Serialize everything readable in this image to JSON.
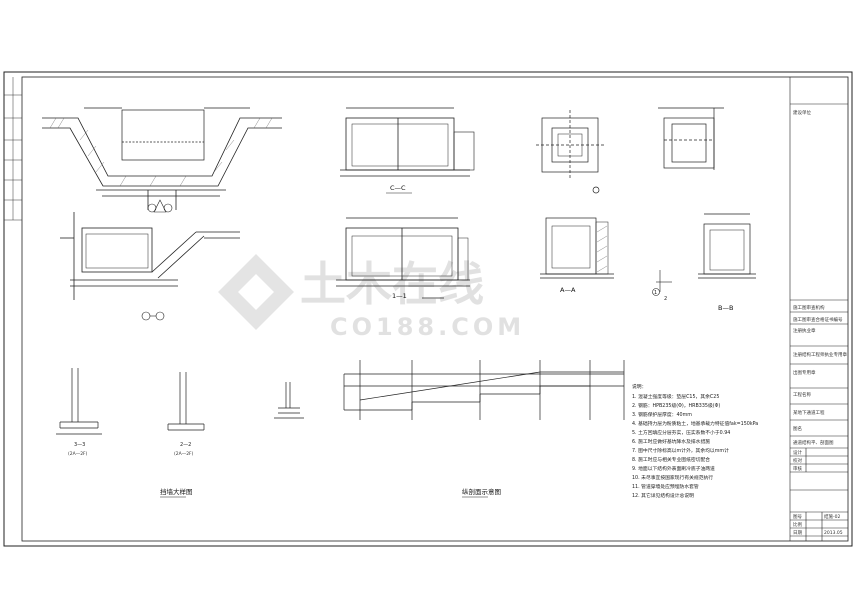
{
  "sections": {
    "c_c": "C—C",
    "one_one": "1—1",
    "a_a": "A—A",
    "b_b": "B—B",
    "three_three": "3—3",
    "two_two": "2—2",
    "one": "1",
    "two": "2"
  },
  "axis_marks": {
    "left": "(2A—2F)",
    "mid": "(2A—2F)"
  },
  "drawing_titles": {
    "retaining_wall": "挡墙大样图",
    "longitudinal": "纵剖面示意图"
  },
  "watermark": {
    "brand": "土木在线",
    "url": "CO188.COM"
  },
  "notes": {
    "heading": "说明：",
    "lines": [
      "1. 混凝土强度等级：垫层C15，其余C25",
      "2. 钢筋：HPB235级(Φ)，HRB335级(Φ)",
      "3. 钢筋保护层厚度：40mm",
      "4. 基础持力层为粉质粘土，地基承载力特征值fak=150kPa",
      "5. 土方回填应分层夯实，压实系数不小于0.94",
      "6. 施工时应做好基坑降水及排水措施",
      "7. 图中尺寸除标高以m计外，其余均以mm计",
      "8. 施工时应与相关专业图纸密切配合",
      "9. 地面以下结构外表面刷冷底子油两道",
      "10. 未尽事宜按国家现行有关规范执行",
      "11. 管道穿墙处应预埋防水套管",
      "12. 其它详见结构设计总说明"
    ]
  },
  "title_block": {
    "r1": "建设单位",
    "r2": "施工图审查机构",
    "r3": "施工图审查合格证书编号",
    "r4": "注册执业章",
    "r5": "注册结构工程师执业专用章",
    "r6": "出图专用章",
    "r7": "工程名称",
    "r8": "某地下通道工程",
    "r9": "图名",
    "r10": "通道结构平、剖面图",
    "r11": "设计",
    "r12": "校对",
    "r13": "审核",
    "r14": "图号",
    "r15": "结施-02",
    "r16": "比例",
    "r17": "日期",
    "r18": "2013.05"
  }
}
